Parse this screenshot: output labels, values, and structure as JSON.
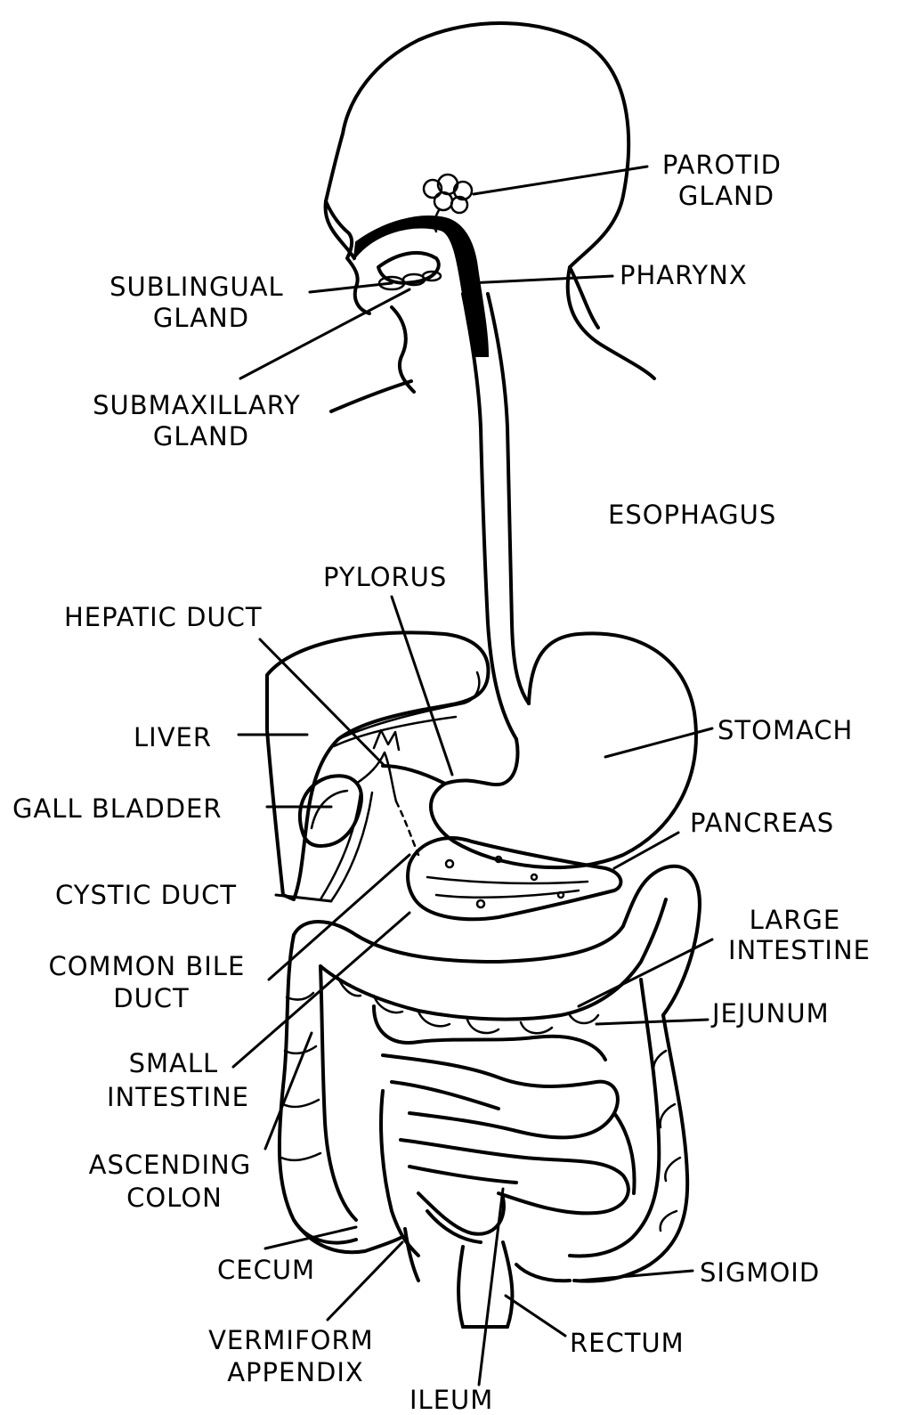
{
  "labels": {
    "parotid": [
      "PAROTID",
      "GLAND"
    ],
    "pharynx": [
      "PHARYNX"
    ],
    "sublingual": [
      "SUBLINGUAL",
      "GLAND"
    ],
    "submaxillary": [
      "SUBMAXILLARY",
      "GLAND"
    ],
    "esophagus": [
      "ESOPHAGUS"
    ],
    "pylorus": [
      "PYLORUS"
    ],
    "hepatic_duct": [
      "HEPATIC DUCT"
    ],
    "liver": [
      "LIVER"
    ],
    "stomach": [
      "STOMACH"
    ],
    "gall_bladder": [
      "GALL BLADDER"
    ],
    "pancreas": [
      "PANCREAS"
    ],
    "cystic_duct": [
      "CYSTIC DUCT"
    ],
    "large_intestine": [
      "LARGE",
      "INTESTINE"
    ],
    "common_bile_duct": [
      "COMMON BILE",
      "DUCT"
    ],
    "jejunum": [
      "JEJUNUM"
    ],
    "small_intestine": [
      "SMALL",
      "INTESTINE"
    ],
    "ascending_colon": [
      "ASCENDING",
      "COLON"
    ],
    "cecum": [
      "CECUM"
    ],
    "sigmoid": [
      "SIGMOID"
    ],
    "vermiform_appendix": [
      "VERMIFORM",
      "APPENDIX"
    ],
    "rectum": [
      "RECTUM"
    ],
    "ileum": [
      "ILEUM"
    ]
  }
}
